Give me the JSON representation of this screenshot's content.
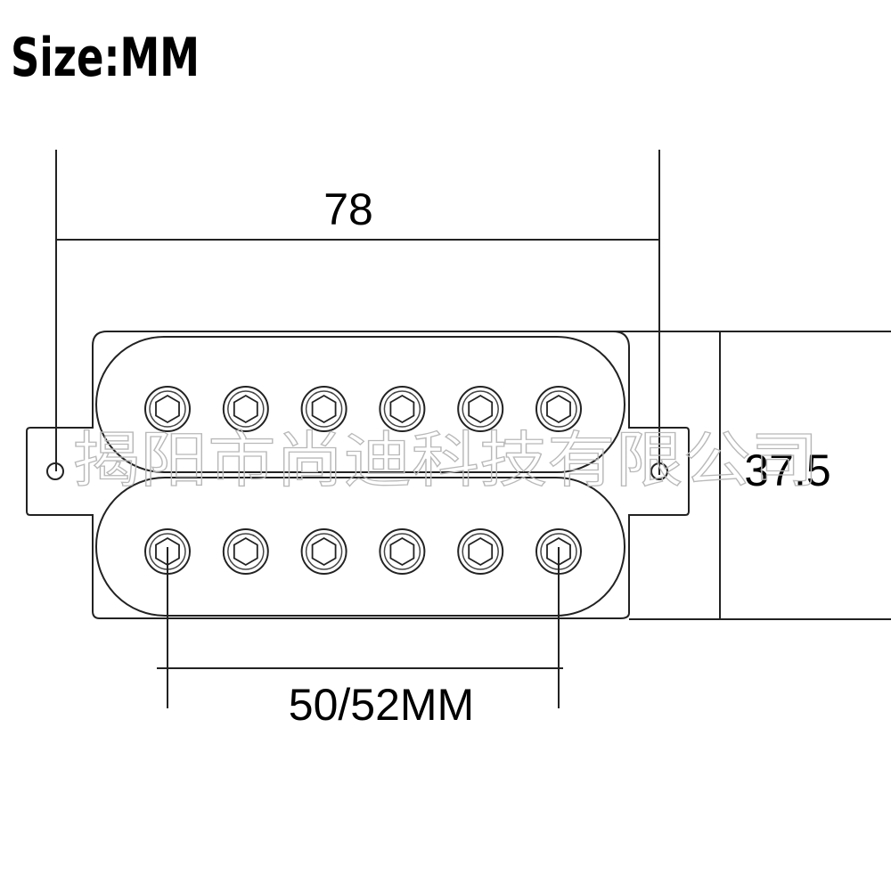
{
  "title": "Size:MM",
  "dimensions": {
    "width": "78",
    "height": "37.5",
    "pole_spacing": "50/52MM"
  },
  "watermark": "揭阳市尚迪科技有限公司",
  "pickup": {
    "coil_count": 2,
    "poles_per_coil": 6
  },
  "colors": {
    "line": "#222222",
    "text": "#000000",
    "background": "#ffffff",
    "watermark": "#b9b9b9"
  }
}
